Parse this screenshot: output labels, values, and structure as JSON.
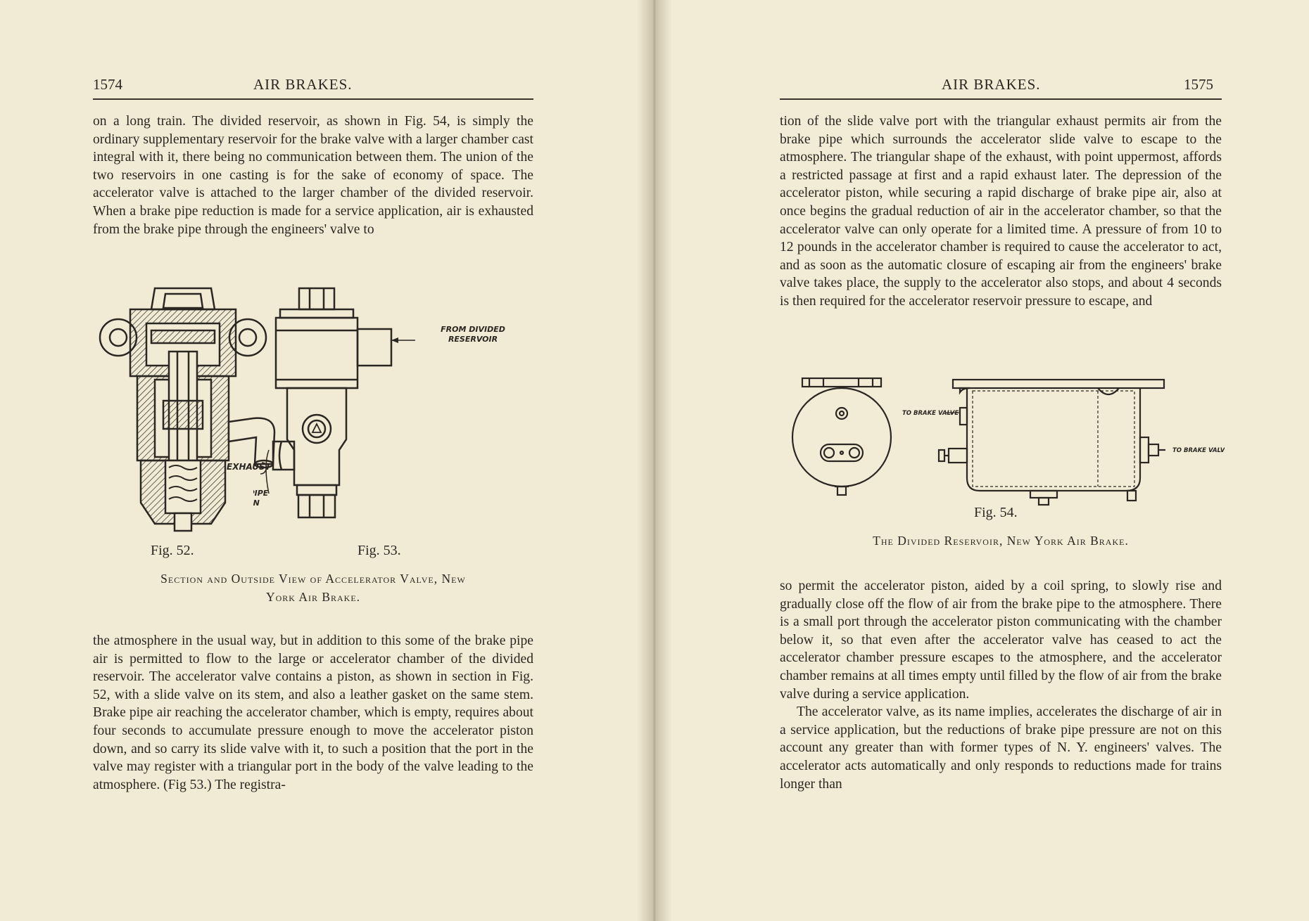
{
  "left_page": {
    "folio": "1574",
    "running_head": "AIR BRAKES.",
    "paragraph_top": "on a long train. The divided reservoir, as shown in Fig. 54, is simply the ordinary supplementary reservoir for the brake valve with a larger chamber cast integral with it, there being no communication between them. The union of the two reservoirs in one casting is for the sake of economy of space. The accelerator valve is attached to the larger chamber of the divided reservoir. When a brake pipe reduction is made for a service application, air is exhausted from the brake pipe through the engineers' valve to",
    "figure_52": {
      "label": "Fig. 52.",
      "callouts": {
        "exhaust": "EXHAUST"
      }
    },
    "figure_53": {
      "label": "Fig. 53.",
      "callouts": {
        "from_divided_1": "FROM DIVIDED",
        "from_divided_2": "RESERVOIR",
        "brake_pipe_1": "½\"-BRAKE PIPE",
        "brake_pipe_2": "CONNECTION"
      }
    },
    "caption_line1": "Section and Outside View of Accelerator Valve, New",
    "caption_line2": "York Air Brake.",
    "paragraph_bottom": "the atmosphere in the usual way, but in addition to this some of the brake pipe air is permitted to flow to the large or accelerator chamber of the divided reservoir. The accelerator valve contains a piston, as shown in section in Fig. 52, with a slide valve on its stem, and also a leather gasket on the same stem. Brake pipe air reaching the accelerator chamber, which is empty, requires about four seconds to accumulate pressure enough to move the accelerator piston down, and so carry its slide valve with it, to such a position that the port in the valve may register with a triangular port in the body of the valve leading to the atmosphere. (Fig 53.) The registra-"
  },
  "right_page": {
    "folio": "1575",
    "running_head": "AIR BRAKES.",
    "paragraph_top": "tion of the slide valve port with the triangular exhaust permits air from the brake pipe which surrounds the accelerator slide valve to escape to the atmosphere. The triangular shape of the exhaust, with point uppermost, affords a restricted passage at first and a rapid exhaust later. The depression of the accelerator piston, while securing a rapid discharge of brake pipe air, also at once begins the gradual reduction of air in the accelerator chamber, so that the accelerator valve can only operate for a limited time. A pressure of from 10 to 12 pounds in the accelerator chamber is required to cause the accelerator to act, and as soon as the automatic closure of escaping air from the engineers' brake valve takes place, the supply to the accelerator also stops, and about 4 seconds is then required for the accelerator reservoir pressure to escape, and",
    "figure_54": {
      "label": "Fig. 54.",
      "callouts": {
        "to_brake_valve_left": "TO BRAKE VALVE",
        "to_brake_valve_right": "TO BRAKE VALVE"
      }
    },
    "caption": "The Divided Reservoir, New York Air Brake.",
    "paragraph_bottom_1": "so permit the accelerator piston, aided by a coil spring, to slowly rise and gradually close off the flow of air from the brake pipe to the atmosphere. There is a small port through the accelerator piston communicating with the chamber below it, so that even after the accelerator valve has ceased to act the accelerator chamber pressure escapes to the atmosphere, and the accelerator chamber remains at all times empty until filled by the flow of air from the brake valve during a service application.",
    "paragraph_bottom_2": "The accelerator valve, as its name implies, accelerates the discharge of air in a service application, but the reductions of brake pipe pressure are not on this account any greater than with former types of N. Y. engineers' valves. The accelerator acts automatically and only responds to reductions made for trains longer than"
  }
}
